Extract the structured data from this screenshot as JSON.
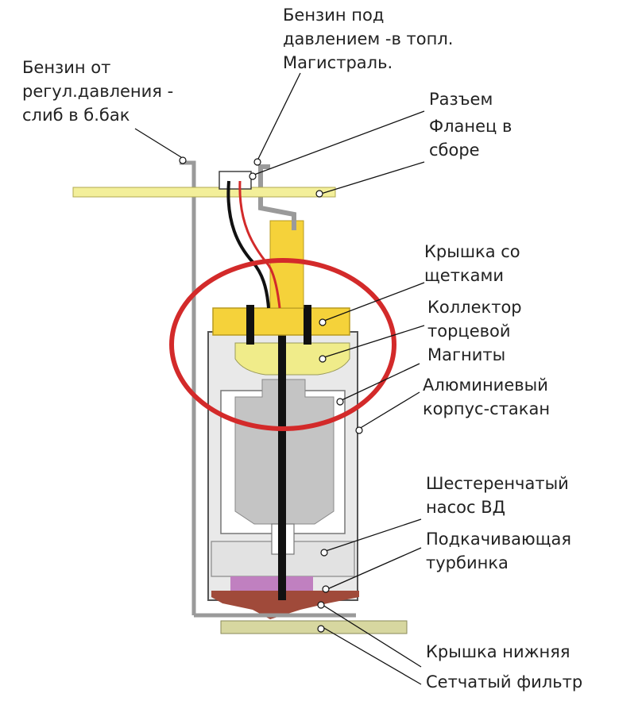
{
  "labels": {
    "fuel_return": [
      "Бензин от",
      "регул.давления -",
      "слиб в б.бак"
    ],
    "fuel_pressure": [
      "Бензин под",
      "давлением -в топл.",
      "Магистраль."
    ],
    "connector": [
      "Разъем"
    ],
    "flange": [
      "Фланец в",
      "сборе"
    ],
    "brush_cover": [
      "Крышка со",
      "щетками"
    ],
    "commutator": [
      "Коллектор",
      "торцевой"
    ],
    "magnets": [
      "Магниты"
    ],
    "housing": [
      "Алюминиевый",
      "корпус-стакан"
    ],
    "gear_pump": [
      "Шестеренчатый",
      "насос ВД"
    ],
    "turbine": [
      "Подкачивающая",
      "турбинка"
    ],
    "bottom_cover": [
      "Крышка нижняя"
    ],
    "mesh_filter": [
      "Сетчатый фильтр"
    ]
  },
  "colors": {
    "flange": "#f3ef9a",
    "brush_cover": "#f5d23a",
    "outlet_tube": "#f5d23a",
    "magnets": "#f0ec8a",
    "housing": "#e9e9e9",
    "rotor": "#c4c4c4",
    "gear": "#a04a3a",
    "turbine": "#c080c0",
    "bottom_plate": "#d7d7a0",
    "highlight_ring": "#d32a2a",
    "wire_black": "#111111",
    "wire_red": "#d22a2a",
    "pipe": "#9a9a9a"
  }
}
